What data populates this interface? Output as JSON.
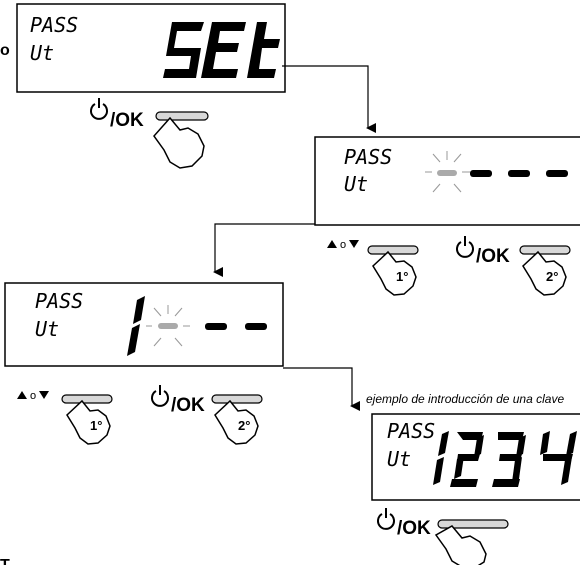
{
  "edge": {
    "left_letter": "o",
    "bottom_letter": "T"
  },
  "screens": [
    {
      "line1": "PASS",
      "line2": "Ut",
      "main": "SEt"
    },
    {
      "line1": "PASS",
      "line2": "Ut"
    },
    {
      "line1": "PASS",
      "line2": "Ut",
      "digit": "1"
    },
    {
      "line1": "PASS",
      "line2": "Ut",
      "value": "1234"
    }
  ],
  "buttons": {
    "ok_label": "/OK",
    "updown_sep": "o",
    "step1": "1°",
    "step2": "2°"
  },
  "example_note": "ejemplo de introducción de una clave"
}
